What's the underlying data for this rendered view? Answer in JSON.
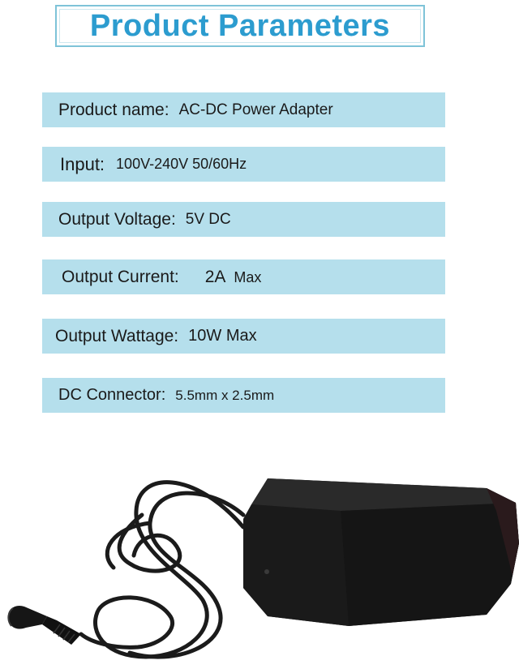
{
  "title": "Product Parameters",
  "params": [
    {
      "label": "Product name:",
      "value": "AC-DC Power Adapter"
    },
    {
      "label": "Input:",
      "value": "100V-240V 50/60Hz"
    },
    {
      "label": "Output Voltage:",
      "value": "5V DC"
    },
    {
      "label": "Output Current:",
      "value": "2A",
      "suffix": "Max"
    },
    {
      "label": "Output Wattage:",
      "value": "10W Max"
    },
    {
      "label": "DC Connector:",
      "value": "5.5mm x 2.5mm"
    }
  ],
  "colors": {
    "title": "#2c9ccf",
    "title_border": "#7ec3d8",
    "row_background": "#b5dfec",
    "adapter_body": "#1e1e1e"
  }
}
